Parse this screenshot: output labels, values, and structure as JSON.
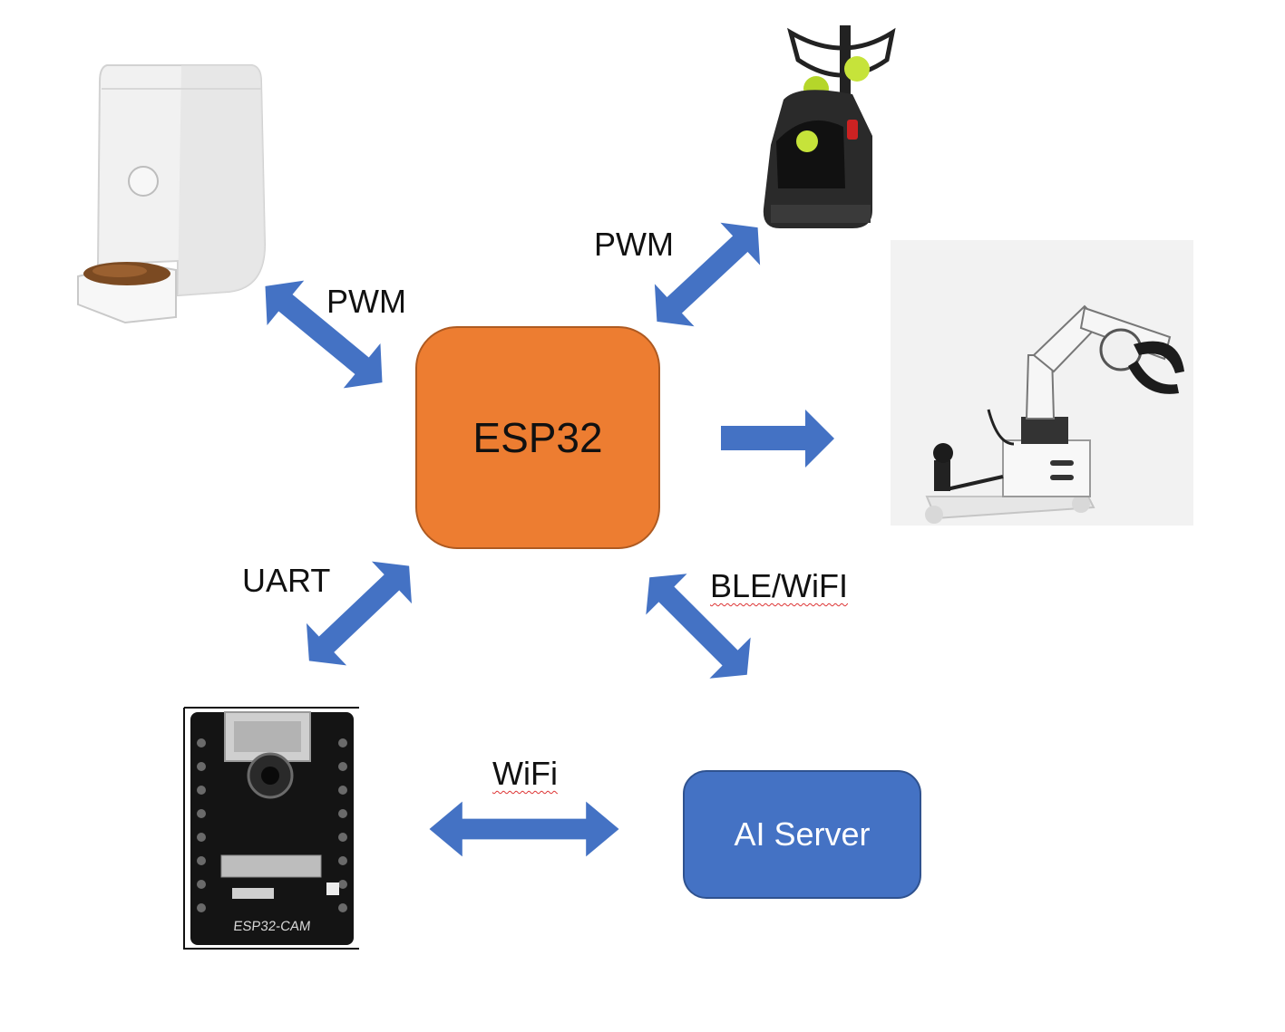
{
  "nodes": {
    "esp32": "ESP32",
    "ai_server": "AI Server",
    "camera_silkscreen": "ESP32-CAM"
  },
  "links": {
    "feeder": "PWM",
    "ball_launcher": "PWM",
    "camera": "UART",
    "server": "BLE/WiFI",
    "camera_server": "WiFi"
  },
  "colors": {
    "esp32_fill": "#ed7d31",
    "server_fill": "#4472c4",
    "arrow_fill": "#4472c4"
  },
  "images": [
    "pet-food-dispenser",
    "tennis-ball-launcher",
    "robotic-arm",
    "esp32-cam-board"
  ]
}
